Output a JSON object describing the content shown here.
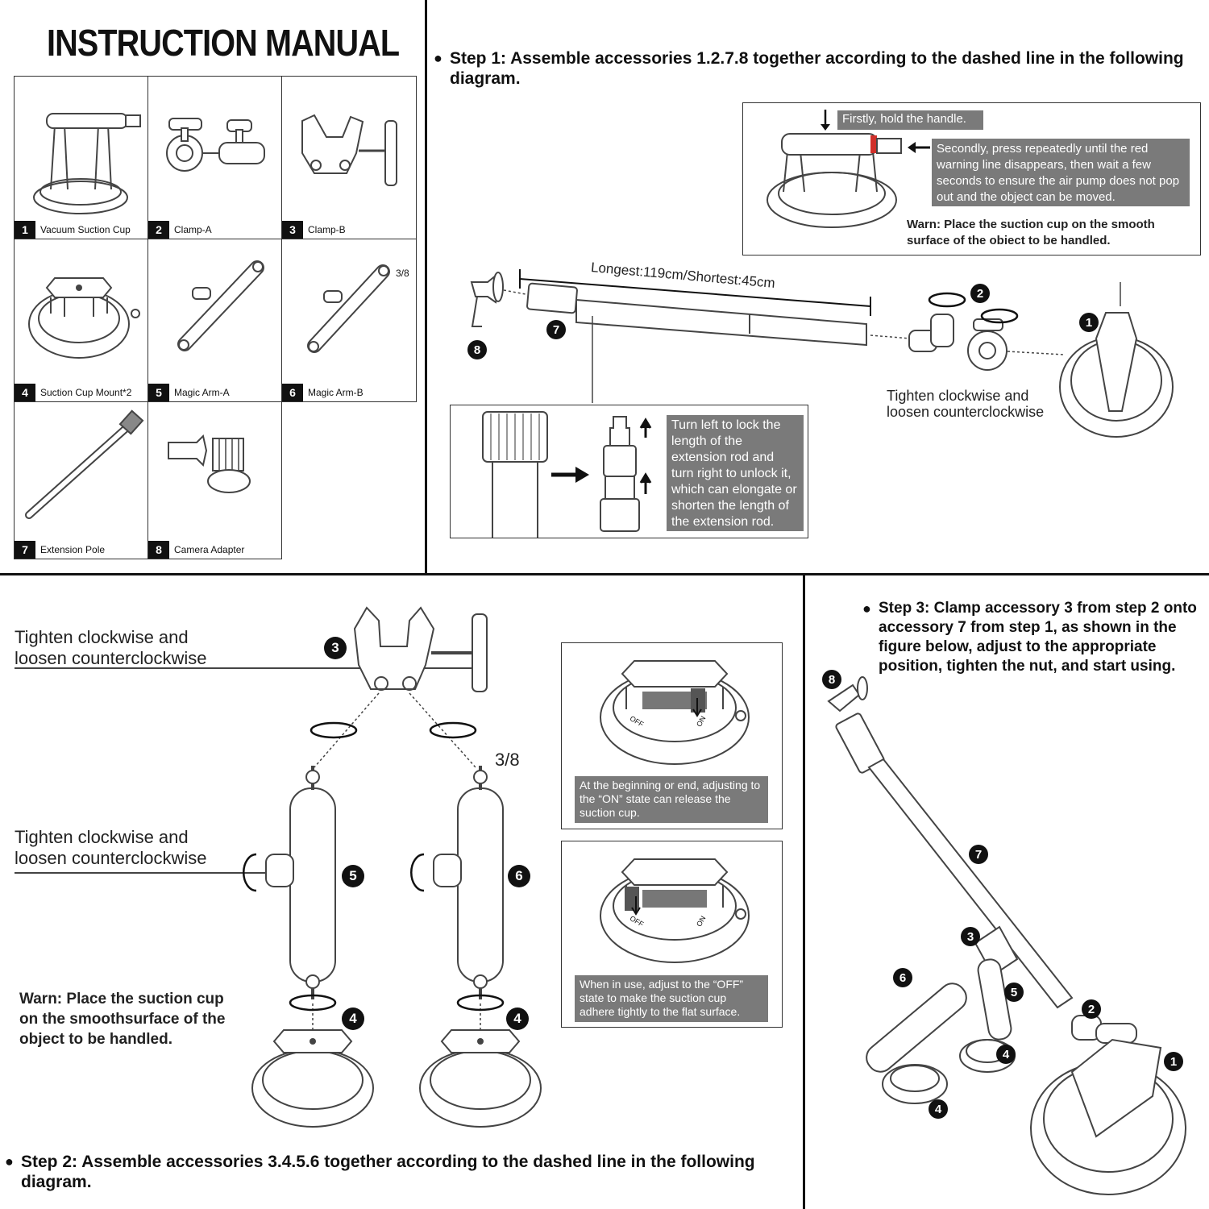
{
  "title": "INSTRUCTION MANUAL",
  "parts": [
    {
      "num": "1",
      "name": "Vacuum Suction Cup"
    },
    {
      "num": "2",
      "name": "Clamp-A"
    },
    {
      "num": "3",
      "name": "Clamp-B"
    },
    {
      "num": "4",
      "name": "Suction Cup Mount*2"
    },
    {
      "num": "5",
      "name": "Magic Arm-A"
    },
    {
      "num": "6",
      "name": "Magic Arm-B"
    },
    {
      "num": "7",
      "name": "Extension Pole"
    },
    {
      "num": "8",
      "name": "Camera Adapter"
    }
  ],
  "thread_size": "3/8",
  "step1": {
    "text": "Step 1: Assemble accessories 1.2.7.8 together according to the dashed line in the following diagram.",
    "hold": "Firstly, hold the handle.",
    "press": "Secondly, press repeatedly until the red warning line disappears, then wait a few seconds to ensure the air pump does not pop out and the object can be moved.",
    "warn": "Warn: Place the suction cup on the smooth surface of the obiect to be handled.",
    "length": "Longest:119cm/Shortest:45cm",
    "tighten": "Tighten clockwise and loosen counterclockwise",
    "lock": "Turn left to lock the length of the extension rod and turn right to unlock it, which can elongate or shorten the length of the extension rod."
  },
  "step2": {
    "text": "Step 2: Assemble accessories 3.4.5.6 together according to the dashed line in the following diagram.",
    "tighten1": "Tighten clockwise and loosen counterclockwise",
    "tighten2": "Tighten clockwise and loosen counterclockwise",
    "warn": "Warn: Place the suction cup on the smoothsurface of the object to be handled.",
    "on_note": "At the beginning or end, adjusting to the “ON” state can release the suction cup.",
    "off_note": "When in use, adjust to the “OFF” state to make the suction cup adhere tightly to the flat surface."
  },
  "step3": {
    "text": "Step 3: Clamp accessory 3 from step 2 onto accessory 7 from step 1, as shown in the figure below, adjust to the appropriate position, tighten the nut, and start using."
  },
  "dial": {
    "off": "OFF",
    "on": "ON"
  },
  "badges": [
    "1",
    "2",
    "3",
    "4",
    "5",
    "6",
    "7",
    "8"
  ],
  "colors": {
    "ink": "#111111",
    "label_bg": "#7a7a7a",
    "warning_line": "#d0302a"
  }
}
